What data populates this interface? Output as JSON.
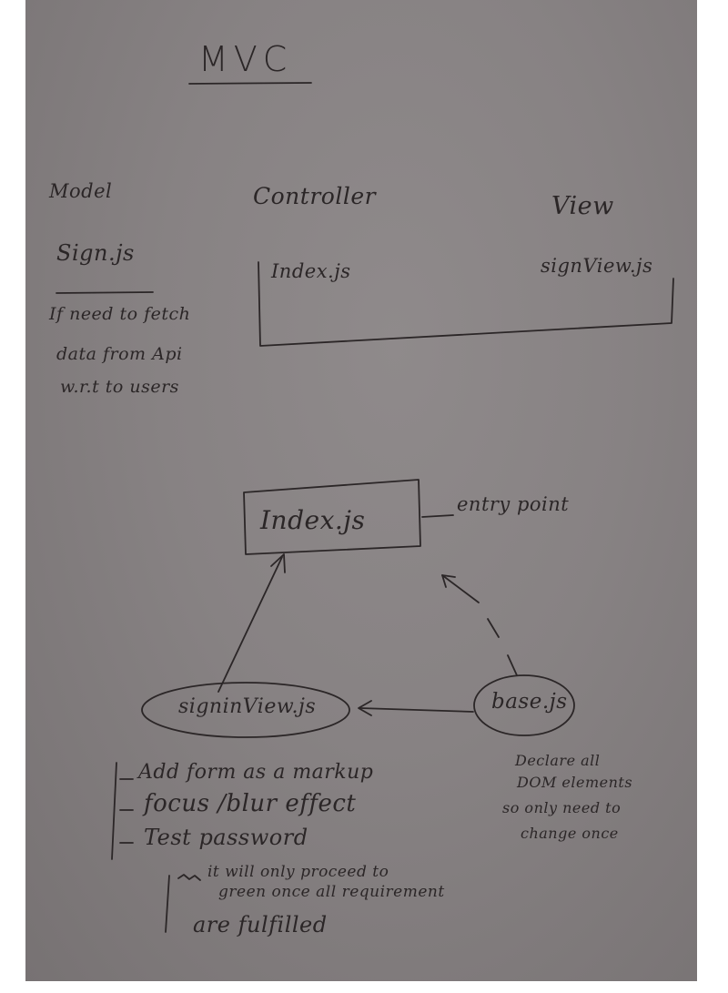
{
  "title": "MVC",
  "columns": {
    "model": {
      "heading": "Model",
      "file": "Sign.js",
      "note_lines": [
        "If need to fetch",
        "data from Api",
        "w.r.t to users"
      ]
    },
    "controller": {
      "heading": "Controller",
      "file": "Index.js"
    },
    "view": {
      "heading": "View",
      "file": "signView.js"
    }
  },
  "diagram": {
    "index_node": "Index.js",
    "entry_label": "entry point",
    "signin_node": "signinView.js",
    "base_node": "base.js",
    "base_note_lines": [
      "Declare all",
      "DOM elements",
      "so only need to",
      "change once"
    ],
    "signin_notes": [
      "Add form as a markup",
      "focus /blur effect",
      "Test password"
    ],
    "sub_note_lines": [
      "it will only proceed to",
      "green once all requirement",
      "are fulfilled"
    ]
  }
}
